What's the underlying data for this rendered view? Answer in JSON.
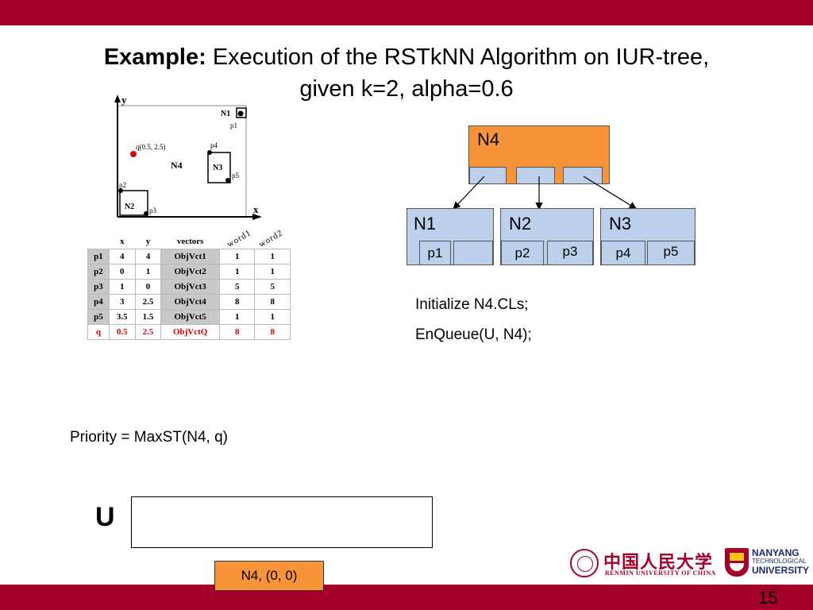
{
  "title": {
    "bold": "Example:",
    "rest_line1": "Execution of the RSTkNN Algorithm on IUR-tree,",
    "line2": "given k=2, alpha=0.6"
  },
  "plot": {
    "axis_x": "x",
    "axis_y": "y",
    "labels": {
      "n1": "N1",
      "p1": "p1",
      "q": "q(0.5, 2.5)",
      "p4": "p4",
      "n4": "N4",
      "n3": "N3",
      "p5": "p5",
      "p2": "p2",
      "n2": "N2",
      "p3": "p3"
    },
    "colors": {
      "query_point": "#d01010"
    }
  },
  "table": {
    "headers": [
      "x",
      "y",
      "vectors",
      "word1",
      "word2"
    ],
    "rows": [
      {
        "id": "p1",
        "x": "4",
        "y": "4",
        "vec": "ObjVct1",
        "w1": "1",
        "w2": "1"
      },
      {
        "id": "p2",
        "x": "0",
        "y": "1",
        "vec": "ObjVct2",
        "w1": "1",
        "w2": "1"
      },
      {
        "id": "p3",
        "x": "1",
        "y": "0",
        "vec": "ObjVct3",
        "w1": "5",
        "w2": "5"
      },
      {
        "id": "p4",
        "x": "3",
        "y": "2.5",
        "vec": "ObjVct4",
        "w1": "8",
        "w2": "8"
      },
      {
        "id": "p5",
        "x": "3.5",
        "y": "1.5",
        "vec": "ObjVct5",
        "w1": "1",
        "w2": "1"
      },
      {
        "id": "q",
        "x": "0.5",
        "y": "2.5",
        "vec": "ObjVctQ",
        "w1": "8",
        "w2": "8"
      }
    ]
  },
  "tree": {
    "root": "N4",
    "children": [
      {
        "label": "N1",
        "slots": [
          "p1",
          ""
        ]
      },
      {
        "label": "N2",
        "slots": [
          "p2",
          "p3"
        ]
      },
      {
        "label": "N3",
        "slots": [
          "p4",
          "p5"
        ]
      }
    ],
    "colors": {
      "root": "#f7943a",
      "child": "#bcd0ec"
    }
  },
  "code": {
    "line1": "Initialize N4.CLs;",
    "line2": "EnQueue(U, N4);"
  },
  "priority": "Priority = MaxST(N4, q)",
  "queue": {
    "label": "U",
    "entry": "N4, (0, 0)"
  },
  "footer": {
    "logo_left": "中国人民大学",
    "logo_left_sub": "RENMIN UNIVERSITY OF CHINA",
    "logo_right_1": "NANYANG",
    "logo_right_2": "TECHNOLOGICAL",
    "logo_right_3": "UNIVERSITY",
    "page": "15"
  }
}
